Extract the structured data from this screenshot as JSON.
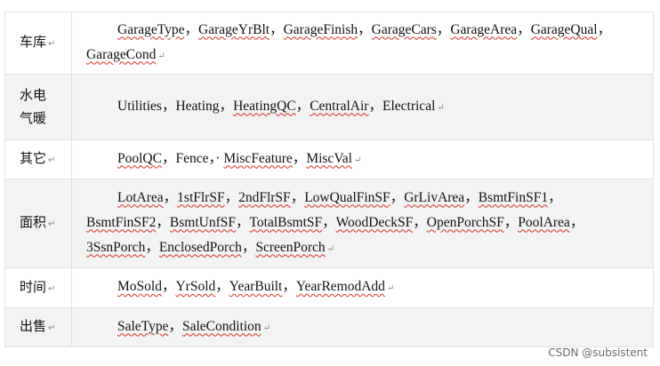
{
  "return_mark": "↵",
  "rows": [
    {
      "category": "车库",
      "text": "GarageType，GarageYrBlt，GarageFinish，GarageCars，GarageArea，GarageQual，GarageCond"
    },
    {
      "category": "水电气暖",
      "text": "Utilities，Heating，HeatingQC，CentralAir，Electrical"
    },
    {
      "category": "其它",
      "text": "PoolQC，Fence，· MiscFeature，MiscVal"
    },
    {
      "category": "面积",
      "text": "LotArea，1stFlrSF，2ndFlrSF，LowQualFinSF，GrLivArea，BsmtFinSF1，BsmtFinSF2，BsmtUnfSF，TotalBsmtSF，WoodDeckSF，OpenPorchSF，PoolArea，3SsnPorch，EnclosedPorch，ScreenPorch"
    },
    {
      "category": "时间",
      "text": "MoSold，YrSold，YearBuilt，YearRemodAdd"
    },
    {
      "category": "出售",
      "text": "SaleType，SaleCondition"
    }
  ],
  "watermark": "CSDN @subsistent"
}
